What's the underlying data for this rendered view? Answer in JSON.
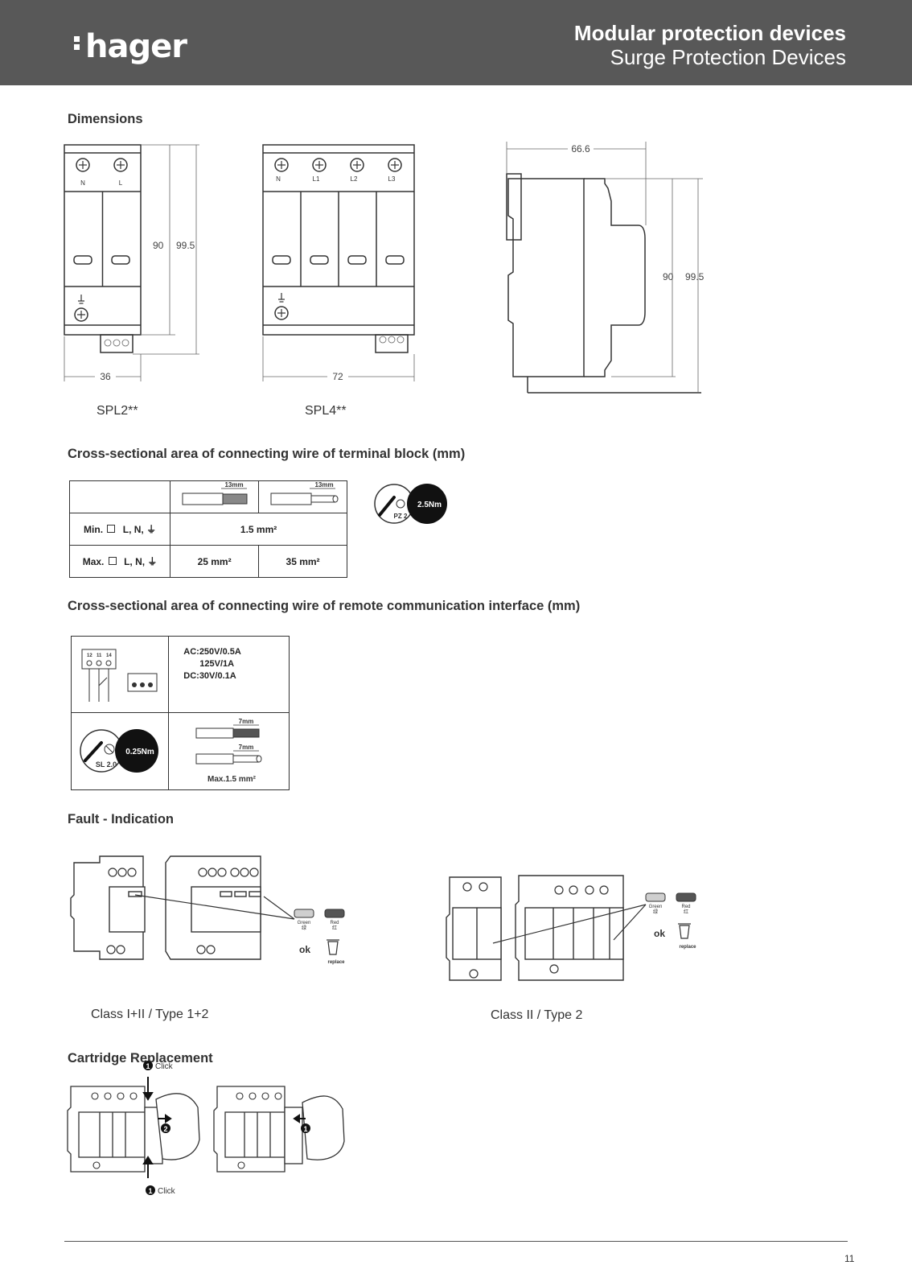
{
  "header": {
    "brand": "hager",
    "title": "Modular protection devices",
    "subtitle": "Surge Protection Devices"
  },
  "sections": {
    "dimensions": "Dimensions",
    "terminal_wire": "Cross-sectional area of connecting wire of terminal block (mm)",
    "remote_wire": "Cross-sectional area of connecting wire of remote communication interface (mm)",
    "fault": "Fault - Indication",
    "cartridge": "Cartridge Replacement"
  },
  "dimensions": {
    "spl2": {
      "caption": "SPL2**",
      "width": "36",
      "height_inner": "90",
      "height_outer": "99.5",
      "terminals": [
        "N",
        "L"
      ]
    },
    "spl4": {
      "caption": "SPL4**",
      "width": "72",
      "terminals": [
        "N",
        "L1",
        "L2",
        "L3"
      ]
    },
    "side": {
      "depth": "66.6",
      "height_inner": "90",
      "height_outer": "99.5"
    }
  },
  "terminal_table": {
    "strip1": "13mm",
    "strip2": "13mm",
    "min_label": "Min.",
    "max_label": "Max.",
    "conductors": "L, N,",
    "min_value": "1.5 mm²",
    "max_value_1": "25 mm²",
    "max_value_2": "35 mm²",
    "tool": "PZ 2",
    "torque": "2.5Nm"
  },
  "remote_table": {
    "contacts": [
      "12",
      "11",
      "14"
    ],
    "rating_1": "AC:250V/0.5A",
    "rating_2": "125V/1A",
    "rating_3": "DC:30V/0.1A",
    "strip1": "7mm",
    "strip2": "7mm",
    "max": "Max.1.5 mm²",
    "tool": "SL 2.0",
    "torque": "0.25Nm"
  },
  "fault": {
    "class1_caption": "Class I+II / Type 1+2",
    "class2_caption": "Class II / Type 2",
    "green": "Green",
    "green_cn": "绿",
    "red": "Red",
    "red_cn": "红",
    "ok": "ok",
    "replace": "replace",
    "colors": {
      "green_indicator": "#cfcfcf",
      "red_indicator": "#555555"
    }
  },
  "cartridge": {
    "click": "Click",
    "step1": "1",
    "step2": "2"
  },
  "footer": {
    "page": "11"
  }
}
